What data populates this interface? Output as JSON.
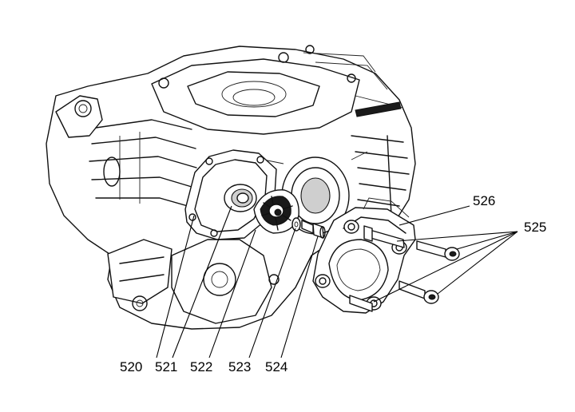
{
  "callouts": {
    "c520": "520",
    "c521": "521",
    "c522": "522",
    "c523": "523",
    "c524": "524",
    "c525": "525",
    "c526": "526"
  },
  "colors": {
    "line": "#111111",
    "background": "#ffffff",
    "shade": "#cfcfcf"
  }
}
